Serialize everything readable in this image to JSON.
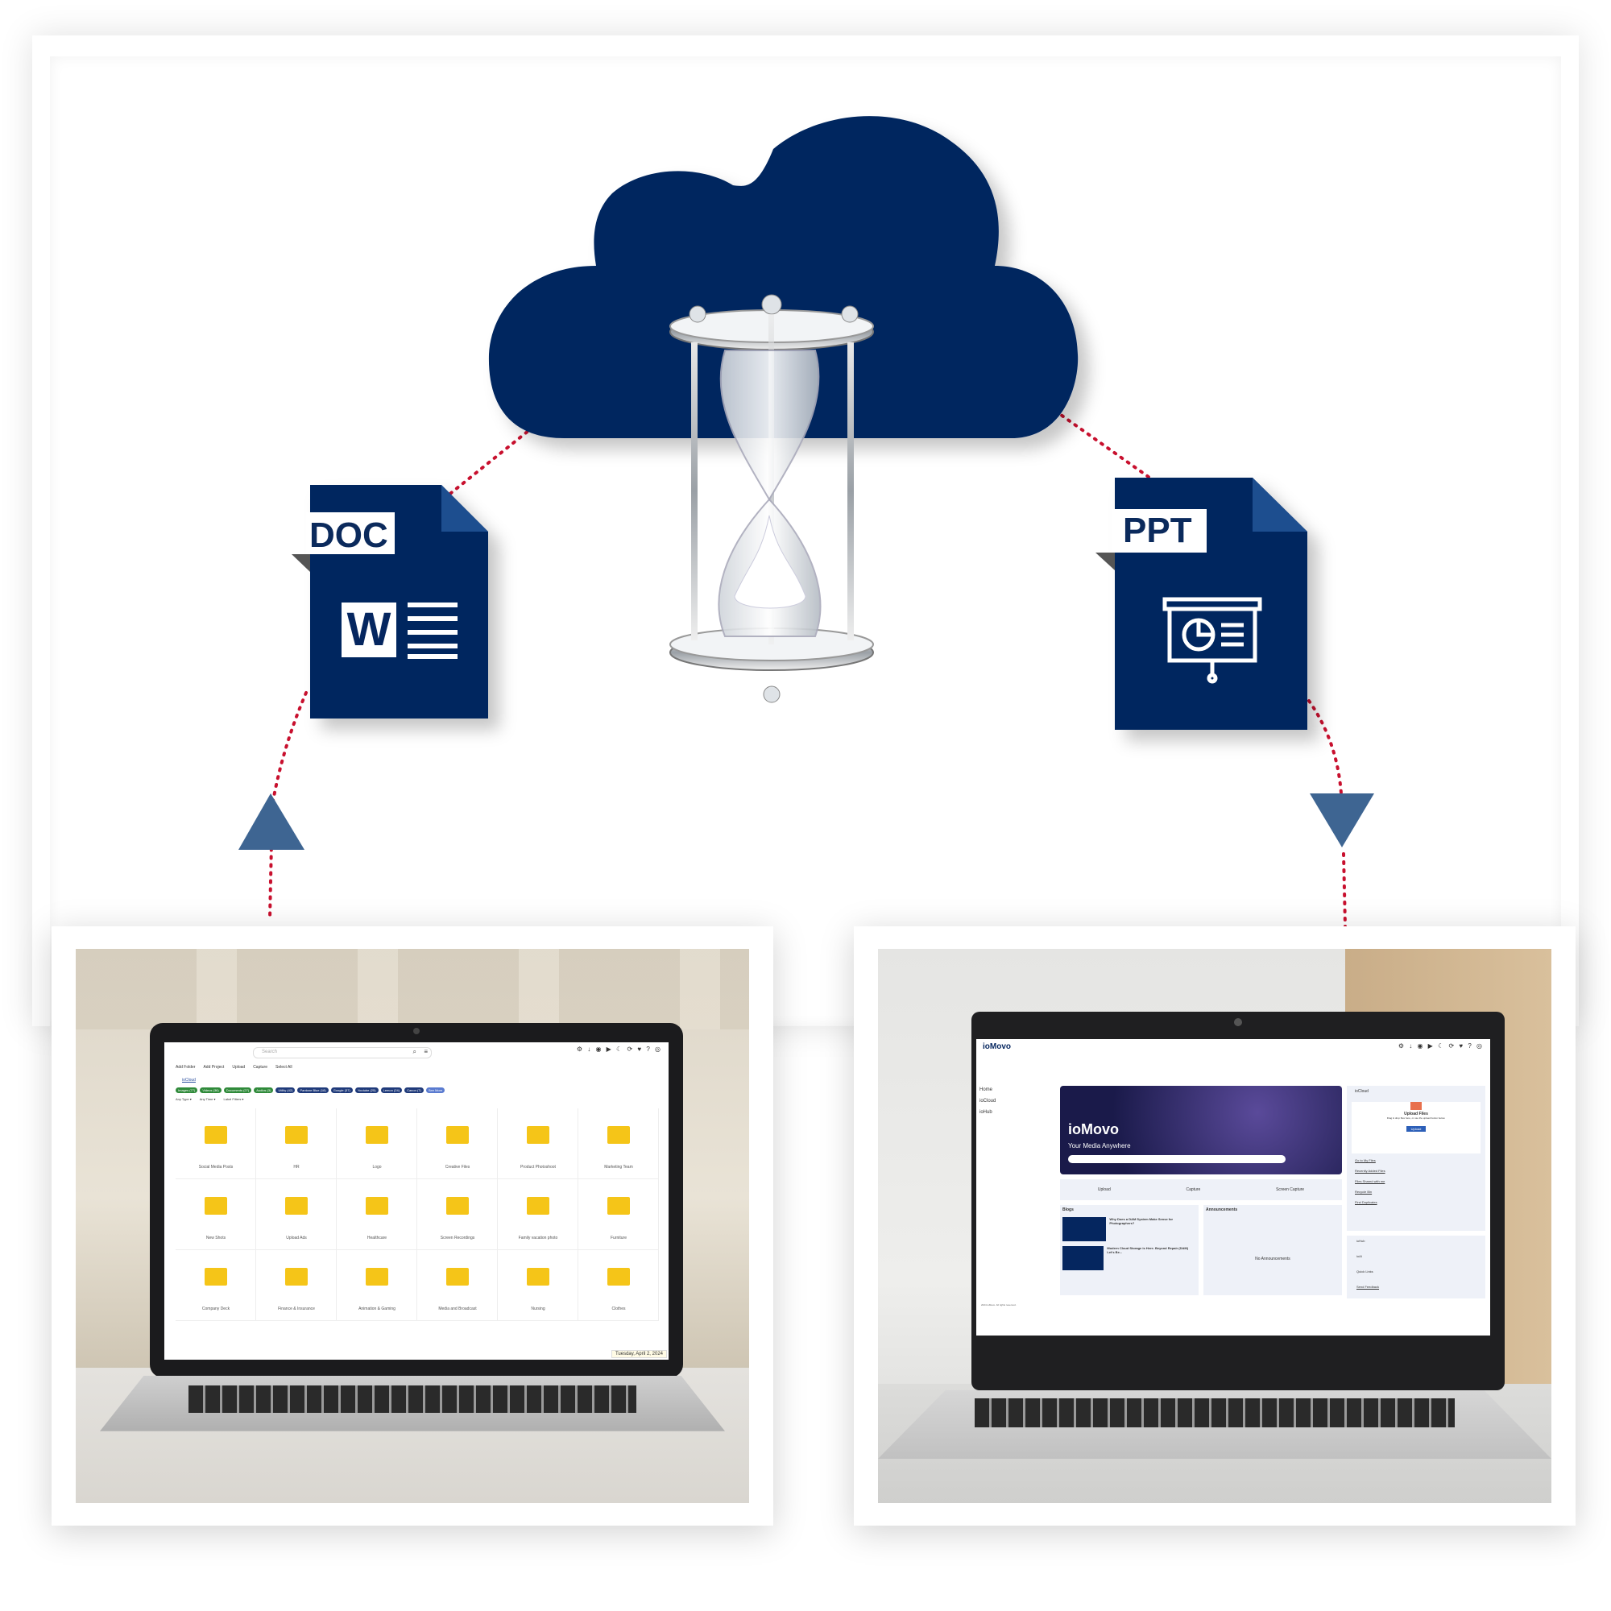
{
  "diagram": {
    "doc_label": "DOC",
    "doc_letter": "W",
    "ppt_label": "PPT",
    "colors": {
      "navy": "#05265f",
      "dots": "#c8102e",
      "arrow": "#3e6592",
      "folder": "#f5c518"
    }
  },
  "left_screen": {
    "search_placeholder": "Search",
    "toolbar": [
      "Add Folder",
      "Add Project",
      "Upload",
      "Capture",
      "Select All"
    ],
    "breadcrumb": "ioCloud",
    "filter_chips": [
      "Images (77)",
      "Videos (36)",
      "Documents (27)",
      "Audios (3)",
      "Utility (42)",
      "Pantone Blue (18)",
      "Google (37)",
      "Youtube (25)",
      "Lemon (24)",
      "Canon (7)",
      "See More"
    ],
    "filters": [
      "Any Type ▾",
      "Any Time ▾",
      "Label Filters ▾"
    ],
    "folders": [
      "Social Media Posts",
      "HR",
      "Logo",
      "Creative Files",
      "Product Photoshoot",
      "Marketing Team",
      "New Shots",
      "Upload Ads",
      "Healthcare",
      "Screen Recordings",
      "Family vacation photo",
      "Furniture",
      "Company Deck",
      "Finance & Insurance",
      "Animation & Gaming",
      "Media and Broadcast",
      "Nursing",
      "Clothes"
    ],
    "date_badge": "Tuesday, April 2, 2024"
  },
  "right_screen": {
    "brand": "ioMovo",
    "sidebar": [
      "Home",
      "ioCloud",
      "ioHub"
    ],
    "hero_brand": "ioMovo",
    "hero_tagline": "Your Media Anywhere",
    "quick_actions": [
      "Upload",
      "Capture",
      "Screen Capture"
    ],
    "blogs_title": "Blogs",
    "blog_items": [
      "Why Does a DAM System Make Sense for Photographers?",
      "Modern Cloud Storage is Here. Beyond Repair (DAM) Let's Be..."
    ],
    "announcements_title": "Announcements",
    "announcements_empty": "No Announcements",
    "right_panel_title": "ioCloud",
    "upload_title": "Upload Files",
    "upload_hint": "Drag & drop files here, or use the upload button below.",
    "upload_button": "Upload",
    "links": [
      "Go to My Files",
      "Recently Added Files",
      "Files Shared with me",
      "Recycle Bin",
      "Find Duplicates"
    ],
    "bottom_items": [
      "ioHub",
      "ioAI",
      "Quick Links",
      "Send Feedback"
    ],
    "footer": "2024 ioMovo. All rights reserved."
  }
}
